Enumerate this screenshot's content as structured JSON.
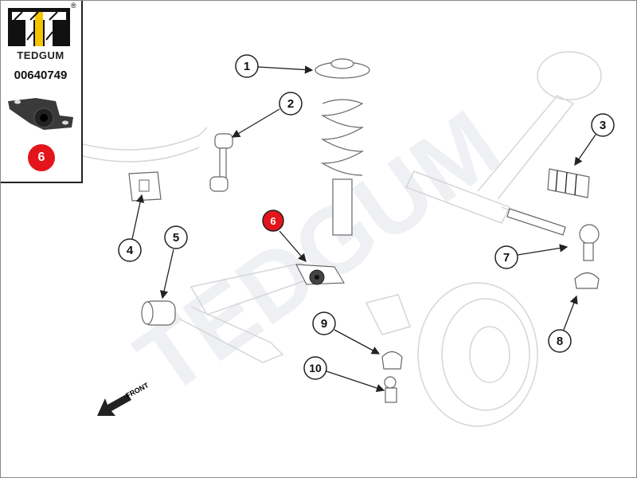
{
  "brand": {
    "name": "TEDGUM",
    "registered": "®",
    "part_number": "00640749",
    "highlight_callout": "6"
  },
  "watermark": "TEDGUM",
  "callouts": [
    "1",
    "2",
    "3",
    "4",
    "5",
    "6",
    "7",
    "8",
    "9",
    "10"
  ],
  "front_label": "FRONT",
  "colors": {
    "highlight": "#e3151b",
    "logo_yellow": "#f5c400"
  }
}
